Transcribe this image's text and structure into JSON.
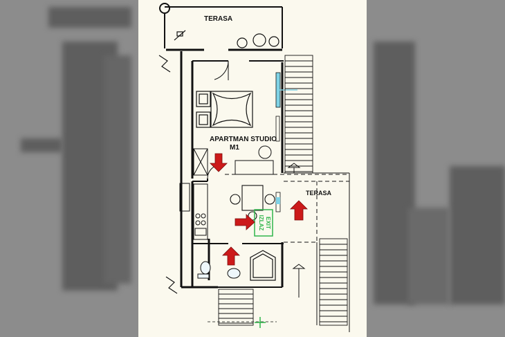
{
  "labels": {
    "terrace_top": "TERASA",
    "terrace_right": "TERASA",
    "apartment_name": "APARTMAN STUDIO",
    "apartment_code": "M1",
    "exit_line1": "EXIT",
    "exit_line2": "IZLAZ"
  },
  "colors": {
    "background": "#fbf9ee",
    "wall": "#111111",
    "arrow": "#cc1a1a",
    "exit_green": "#2fb54a",
    "glass": "#7fd3e6",
    "side_blur": "#8c8c8c"
  },
  "arrows": [
    {
      "name": "arrow-down",
      "direction": "down"
    },
    {
      "name": "arrow-right",
      "direction": "right"
    },
    {
      "name": "arrow-up-bath",
      "direction": "up"
    },
    {
      "name": "arrow-up-terrace",
      "direction": "up"
    }
  ]
}
